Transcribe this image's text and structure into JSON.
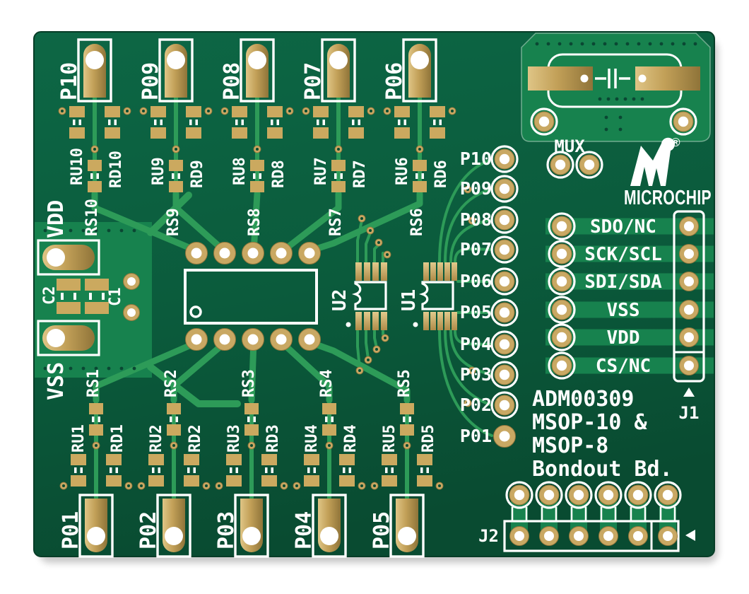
{
  "photo": {
    "subject": "Microchip ADM00309 MSOP-10 and MSOP-8 Bondout printed circuit board"
  },
  "colors": {
    "background": "#ffffff",
    "board_green": "#0C6242",
    "board_green_dark": "#094D32",
    "trace_green": "#2D9B58",
    "pour_green": "#17824E",
    "gold": "#C9A863",
    "silkscreen": "#ffffff"
  },
  "labels": {
    "top_probe_pads": [
      "P10",
      "P09",
      "P08",
      "P07",
      "P06"
    ],
    "ru_top": [
      "RU10",
      "RU9",
      "RU8",
      "RU7",
      "RU6"
    ],
    "rd_top": [
      "RD10",
      "RD9",
      "RD8",
      "RD7",
      "RD6"
    ],
    "rs_top": [
      "RS10",
      "RS9",
      "RS8",
      "RS7",
      "RS6"
    ],
    "bottom_probe_pads": [
      "P01",
      "P02",
      "P03",
      "P04",
      "P05"
    ],
    "ru_bottom": [
      "RU1",
      "RU2",
      "RU3",
      "RU4",
      "RU5"
    ],
    "rd_bottom": [
      "RD1",
      "RD2",
      "RD3",
      "RD4",
      "RD5"
    ],
    "rs_bottom": [
      "RS1",
      "RS2",
      "RS3",
      "RS4",
      "RS5"
    ],
    "probe_header": [
      "P10",
      "P09",
      "P08",
      "P07",
      "P06",
      "P05",
      "P04",
      "P03",
      "P02",
      "P01"
    ],
    "signals": [
      "SDO/NC",
      "SCK/SCL",
      "SDI/SDA",
      "VSS",
      "VDD",
      "CS/NC"
    ],
    "power": {
      "vdd": "VDD",
      "vss": "VSS",
      "c1": "C1",
      "c2": "C2"
    },
    "ics": {
      "u1": "U1",
      "u2": "U2"
    },
    "connectors": {
      "mux": "MUX",
      "j1": "J1",
      "j2": "J2"
    },
    "title": {
      "line1": "ADM00309",
      "line2": "MSOP-10 &",
      "line3": "MSOP-8",
      "line4": "Bondout Bd."
    },
    "brand": {
      "wordmark": "MICROCHIP",
      "registered": "®"
    }
  }
}
